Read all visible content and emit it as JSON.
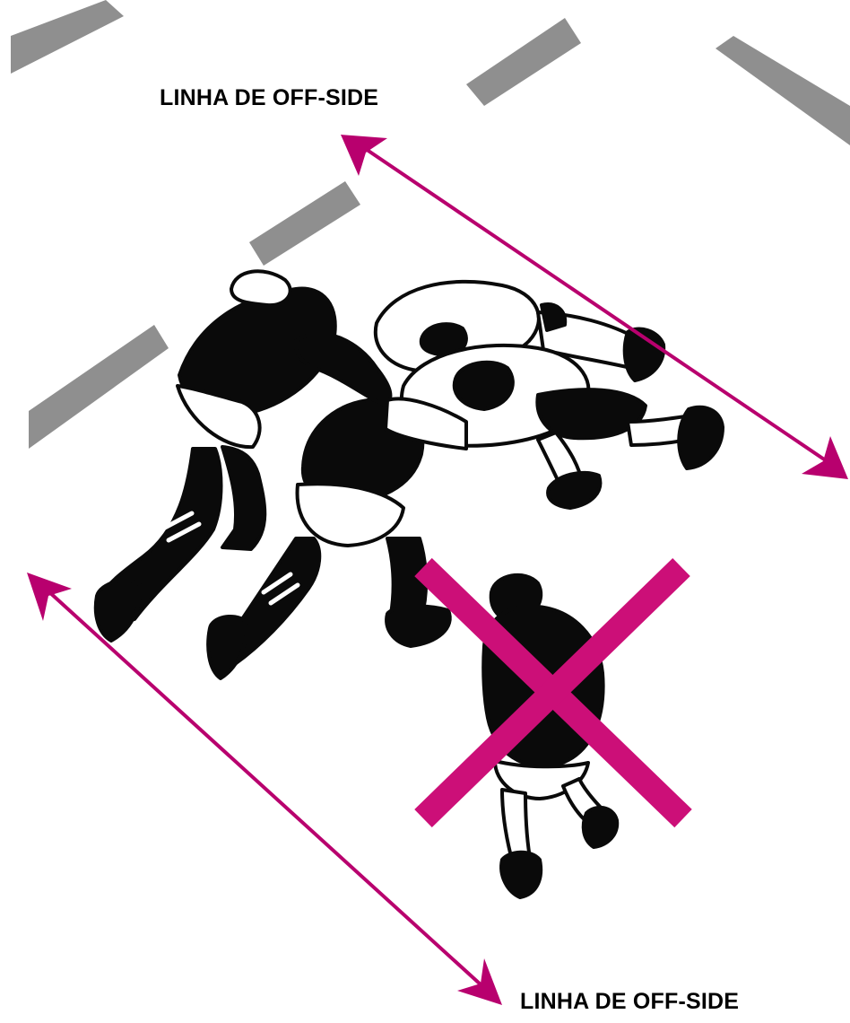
{
  "header": {
    "cropped_title": ""
  },
  "labels": {
    "top_offside_line": "LINHA DE OFF-SIDE",
    "bottom_offside_line": "LINHA DE OFF-SIDE"
  },
  "colors": {
    "arrow_magenta": "#b8006e",
    "cross_magenta": "#cc0f78",
    "field_marking_gray": "#8f8f8f",
    "player_black": "#0a0a0a",
    "background": "#ffffff"
  },
  "figures": {
    "scrum_players": [
      "front-left-player",
      "front-right-player",
      "rear-left-player",
      "rear-right-player"
    ],
    "offside_player": "offside-player"
  },
  "markers": {
    "cross_meaning": "forbidden-position"
  }
}
